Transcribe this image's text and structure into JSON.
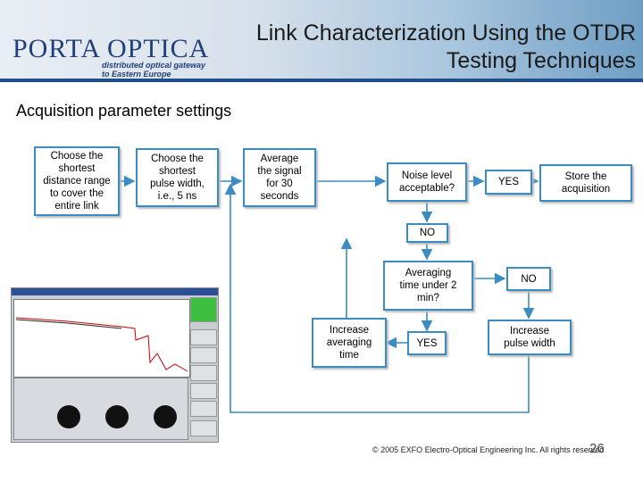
{
  "header": {
    "logo_name": "PORTA OPTICA",
    "logo_tagline_1": "distributed optical gateway",
    "logo_tagline_2": "to Eastern Europe",
    "title_line1": "Link Characterization Using the OTDR",
    "title_line2": "Testing Techniques"
  },
  "subtitle": "Acquisition parameter settings",
  "flowchart": {
    "box1": [
      "Choose the",
      "shortest",
      "distance range",
      "to cover the",
      "entire link"
    ],
    "box2": [
      "Choose the",
      "shortest",
      "pulse width,",
      "i.e., 5 ns"
    ],
    "box3": [
      "Average",
      "the signal",
      "for 30",
      "seconds"
    ],
    "box4": [
      "Noise level",
      "acceptable?"
    ],
    "box5": [
      "YES"
    ],
    "box6": [
      "Store the",
      "acquisition"
    ],
    "box7": [
      "NO"
    ],
    "box8": [
      "Averaging",
      "time under 2",
      "min?"
    ],
    "box9": [
      "NO"
    ],
    "box10": [
      "Increase",
      "averaging",
      "time"
    ],
    "box11": [
      "YES"
    ],
    "box12": [
      "Increase",
      "pulse width"
    ]
  },
  "colors": {
    "connector": "#3c8cc4",
    "box_border": "#3c8cc4",
    "header_line": "#1f4f86"
  },
  "footer": {
    "copyright": "© 2005 EXFO Electro-Optical Engineering Inc. All rights reserved",
    "page_number": "26"
  }
}
